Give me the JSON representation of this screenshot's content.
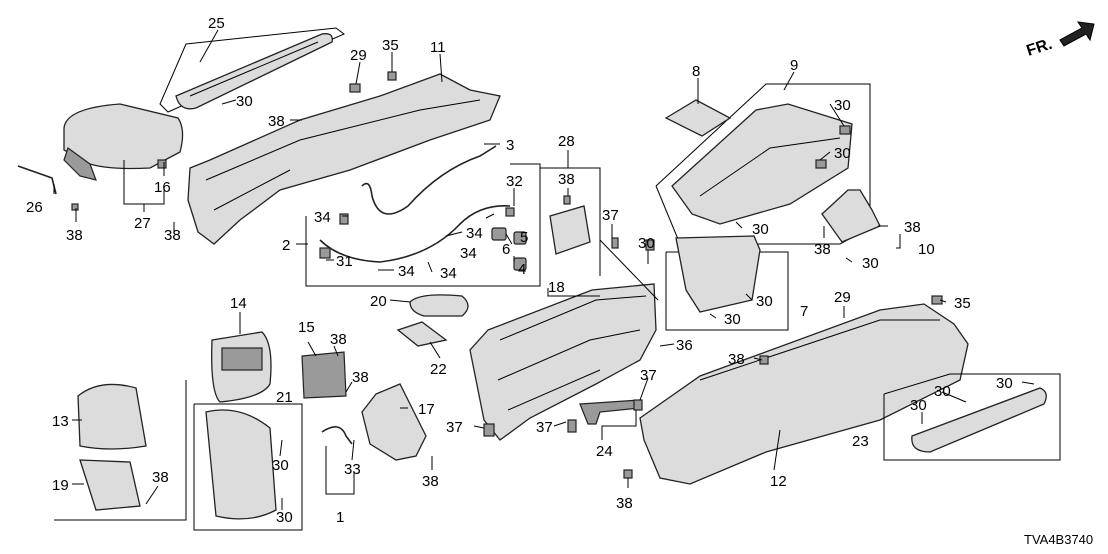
{
  "diagram": {
    "code": "TVA4B3740",
    "direction_label": "FR.",
    "callouts": [
      {
        "id": "c25",
        "label": "25"
      },
      {
        "id": "c29a",
        "label": "29"
      },
      {
        "id": "c35a",
        "label": "35"
      },
      {
        "id": "c11",
        "label": "11"
      },
      {
        "id": "c30a",
        "label": "30"
      },
      {
        "id": "c38a",
        "label": "38"
      },
      {
        "id": "c3",
        "label": "3"
      },
      {
        "id": "c16",
        "label": "16"
      },
      {
        "id": "c26",
        "label": "26"
      },
      {
        "id": "c27",
        "label": "27"
      },
      {
        "id": "c38b",
        "label": "38"
      },
      {
        "id": "c38c",
        "label": "38"
      },
      {
        "id": "c32",
        "label": "32"
      },
      {
        "id": "c34a",
        "label": "34"
      },
      {
        "id": "c34b",
        "label": "34"
      },
      {
        "id": "c34c",
        "label": "34"
      },
      {
        "id": "c34d",
        "label": "34"
      },
      {
        "id": "c34e",
        "label": "34"
      },
      {
        "id": "c2",
        "label": "2"
      },
      {
        "id": "c31",
        "label": "31"
      },
      {
        "id": "c5",
        "label": "5"
      },
      {
        "id": "c6",
        "label": "6"
      },
      {
        "id": "c4",
        "label": "4"
      },
      {
        "id": "c28",
        "label": "28"
      },
      {
        "id": "c38d",
        "label": "38"
      },
      {
        "id": "c18",
        "label": "18"
      },
      {
        "id": "c37a",
        "label": "37"
      },
      {
        "id": "c30b",
        "label": "30"
      },
      {
        "id": "c20",
        "label": "20"
      },
      {
        "id": "c22",
        "label": "22"
      },
      {
        "id": "c14",
        "label": "14"
      },
      {
        "id": "c15",
        "label": "15"
      },
      {
        "id": "c38e",
        "label": "38"
      },
      {
        "id": "c38f",
        "label": "38"
      },
      {
        "id": "c21",
        "label": "21"
      },
      {
        "id": "c17",
        "label": "17"
      },
      {
        "id": "c13",
        "label": "13"
      },
      {
        "id": "c19",
        "label": "19"
      },
      {
        "id": "c38g",
        "label": "38"
      },
      {
        "id": "c30c",
        "label": "30"
      },
      {
        "id": "c30d",
        "label": "30"
      },
      {
        "id": "c33",
        "label": "33"
      },
      {
        "id": "c1",
        "label": "1"
      },
      {
        "id": "c38h",
        "label": "38"
      },
      {
        "id": "c36",
        "label": "36"
      },
      {
        "id": "c37b",
        "label": "37"
      },
      {
        "id": "c37c",
        "label": "37"
      },
      {
        "id": "c37d",
        "label": "37"
      },
      {
        "id": "c24",
        "label": "24"
      },
      {
        "id": "c8",
        "label": "8"
      },
      {
        "id": "c9",
        "label": "9"
      },
      {
        "id": "c30e",
        "label": "30"
      },
      {
        "id": "c30f",
        "label": "30"
      },
      {
        "id": "c30g",
        "label": "30"
      },
      {
        "id": "c38i",
        "label": "38"
      },
      {
        "id": "c10",
        "label": "10"
      },
      {
        "id": "c38j",
        "label": "38"
      },
      {
        "id": "c30h",
        "label": "30"
      },
      {
        "id": "c30i",
        "label": "30"
      },
      {
        "id": "c30j",
        "label": "30"
      },
      {
        "id": "c7",
        "label": "7"
      },
      {
        "id": "c29b",
        "label": "29"
      },
      {
        "id": "c35b",
        "label": "35"
      },
      {
        "id": "c38k",
        "label": "38"
      },
      {
        "id": "c12",
        "label": "12"
      },
      {
        "id": "c38l",
        "label": "38"
      },
      {
        "id": "c30k",
        "label": "30"
      },
      {
        "id": "c30l",
        "label": "30"
      },
      {
        "id": "c30m",
        "label": "30"
      },
      {
        "id": "c23",
        "label": "23"
      }
    ]
  }
}
